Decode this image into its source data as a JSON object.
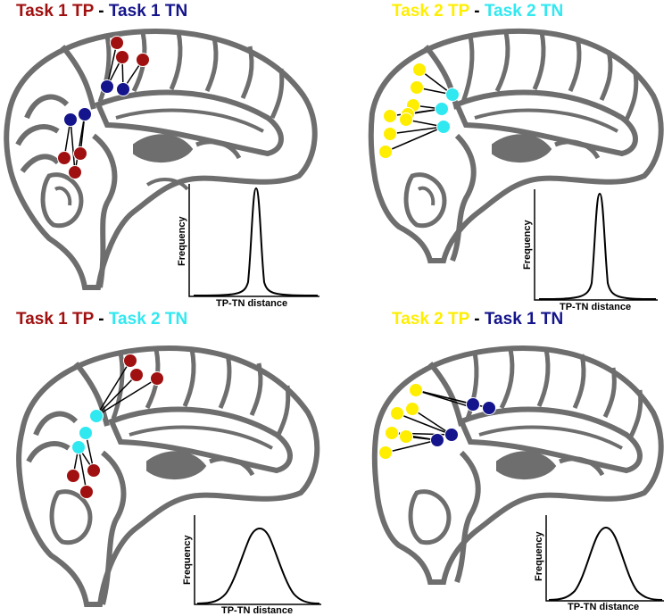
{
  "colors": {
    "task1_tp": "#a01010",
    "task1_tn": "#14148c",
    "task2_tp": "#ffee00",
    "task2_tn": "#30e8f0",
    "brain_fill": "#6e6e6e",
    "line": "#000000"
  },
  "panels": [
    {
      "id": "tl",
      "tp_label": "Task 1 TP",
      "sep": " - ",
      "tn_label": "Task 1 TN",
      "ylabel": "Frequency",
      "xlabel": "TP-TN distance",
      "curve_width": "narrow"
    },
    {
      "id": "tr",
      "tp_label": "Task 2 TP",
      "sep": " - ",
      "tn_label": "Task 2 TN",
      "ylabel": "Frequency",
      "xlabel": "TP-TN distance",
      "curve_width": "narrow"
    },
    {
      "id": "bl",
      "tp_label": "Task 1 TP",
      "sep": " - ",
      "tn_label": "Task 2 TN",
      "ylabel": "Frequency",
      "xlabel": "TP-TN distance",
      "curve_width": "wide"
    },
    {
      "id": "br",
      "tp_label": "Task 2 TP",
      "sep": " - ",
      "tn_label": "Task 1 TN",
      "ylabel": "Frequency",
      "xlabel": "TP-TN distance",
      "curve_width": "wide"
    }
  ]
}
